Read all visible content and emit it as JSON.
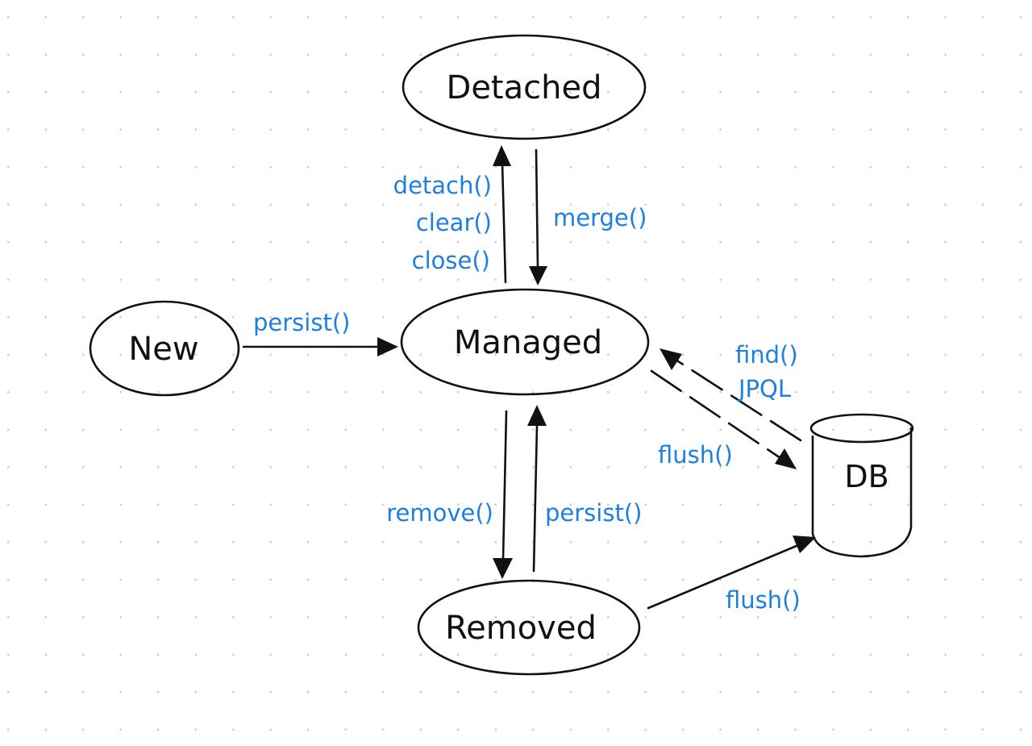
{
  "colors": {
    "ink": "#111111",
    "label": "#1e7fe3",
    "background": "#ffffff",
    "grid_dots": "#d2d2d2"
  },
  "nodes": {
    "detached": "Detached",
    "managed": "Managed",
    "new": "New",
    "removed": "Removed",
    "db": "DB"
  },
  "edges": {
    "new_to_managed": [
      "persist()"
    ],
    "managed_to_detached": [
      "detach()",
      "clear()",
      "close()"
    ],
    "detached_to_managed": [
      "merge()"
    ],
    "db_to_managed": [
      "find()",
      "JPQL"
    ],
    "managed_to_db": [
      "flush()"
    ],
    "managed_to_removed": [
      "remove()"
    ],
    "removed_to_managed": [
      "persist()"
    ],
    "removed_to_db": [
      "flush()"
    ]
  }
}
